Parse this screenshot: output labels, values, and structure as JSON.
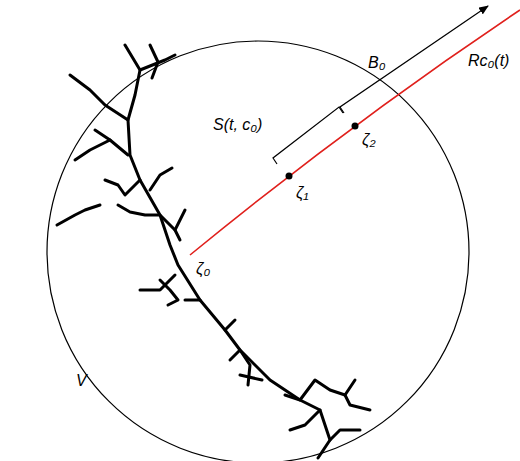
{
  "diagram": {
    "labels": [
      "S(t, c₀)",
      "B₀",
      "Rc₀(t)",
      "ζ₂",
      "ζ₁",
      "ζ₀",
      "V"
    ]
  }
}
